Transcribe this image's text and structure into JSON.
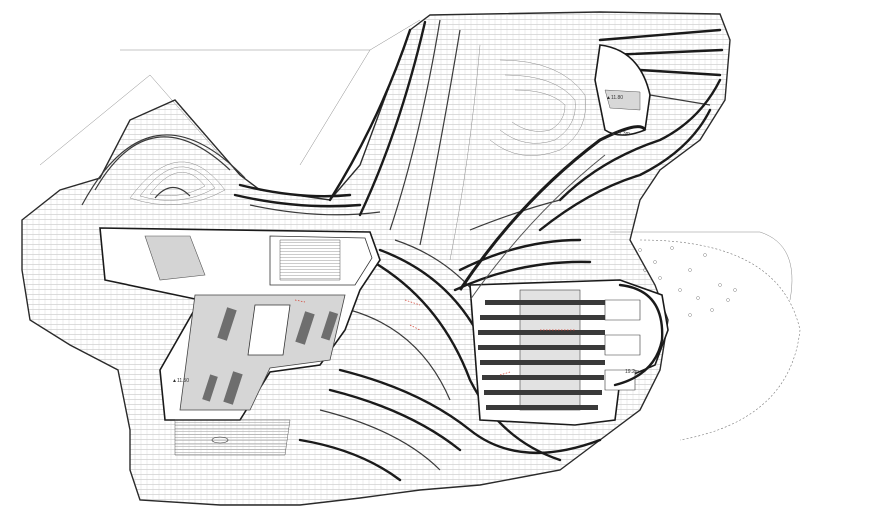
{
  "plan": {
    "level_labels": [
      {
        "id": "level-a",
        "text": "▲11.50"
      },
      {
        "id": "level-b",
        "text": "▲11.80"
      },
      {
        "id": "level-c",
        "text": "▲12.3m"
      },
      {
        "id": "level-d",
        "text": "19.2m"
      }
    ]
  },
  "colors": {
    "ink": "#1a1a1a",
    "hatch": "#9a9a9a",
    "fill_grey": "#cfcfcf",
    "fill_dark": "#7a7a7a",
    "accent_red": "#d23a2a"
  }
}
